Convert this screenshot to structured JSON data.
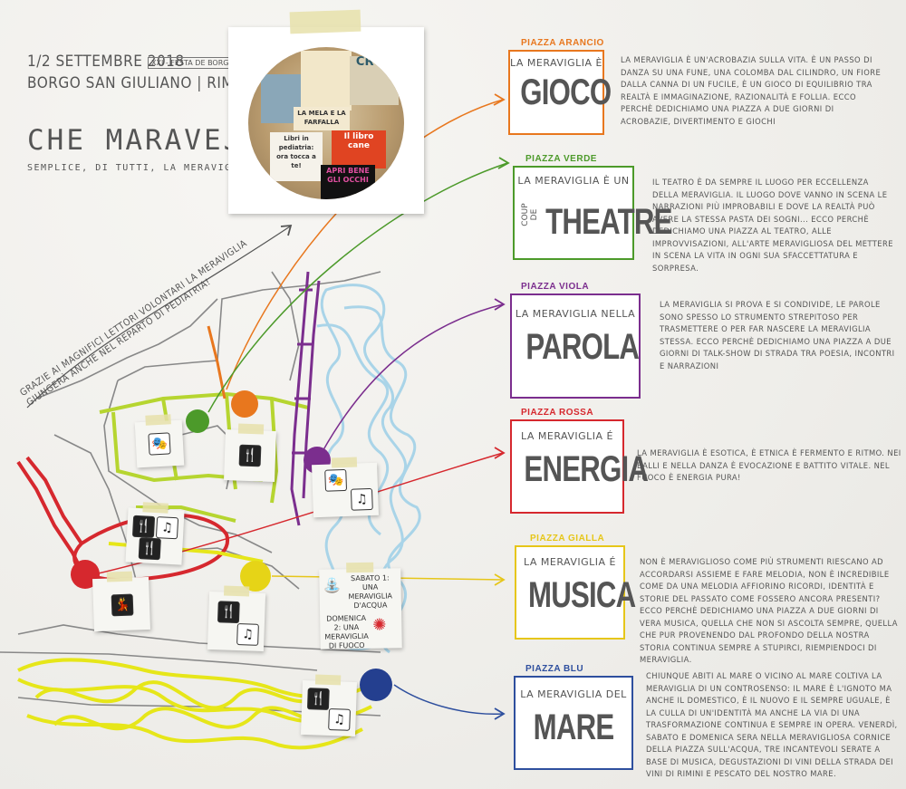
{
  "header": {
    "date": "1/2 SETTEMBRE 2018",
    "edition": "XXI - FESTA DE BORG",
    "location": "BORGO SAN GIULIANO | RIMINI",
    "title": "CHE MARAVEJA!",
    "subtitle": "SEMPLICE, DI TUTTI, LA MERAVIGLIA",
    "thanks_line1": "GRAZIE AI MAGNIFICI LETTORI VOLONTARI LA MERAVIGLIA",
    "thanks_line2": "GIUNGERÀ ANCHE NEL REPARTO DI PEDIATRIA!"
  },
  "photo": {
    "book1": "Il libro cane",
    "book2": "APRI BENE GLI OCCHI",
    "book3": "LA MELA E LA FARFALLA",
    "book4": "Libri in pediatria: ora tocca a te!",
    "book5": "CROC"
  },
  "piazze": [
    {
      "label": "PIAZZA ARANCIO",
      "small": "LA MERAVIGLIA È",
      "big": "GIOCO",
      "color": "#e8771e",
      "desc": "LA MERAVIGLIA È UN'ACROBAZIA SULLA VITA. È UN PASSO DI DANZA SU UNA FUNE, UNA COLOMBA DAL CILINDRO, UN FIORE DALLA CANNA DI UN FUCILE, È UN GIOCO DI EQUILIBRIO TRA REALTÀ E IMMAGINAZIONE, RAZIONALITÀ E FOLLIA. ECCO PERCHÈ DEDICHIAMO UNA PIAZZA A DUE GIORNI DI ACROBAZIE, DIVERTIMENTO E GIOCHI"
    },
    {
      "label": "PIAZZA VERDE",
      "small": "LA MERAVIGLIA È UN",
      "small2": "COUP DE",
      "big": "THEATRE",
      "color": "#4c9a2a",
      "desc": "IL TEATRO È DA SEMPRE IL LUOGO PER ECCELLENZA DELLA MERAVIGLIA. IL LUOGO DOVE VANNO IN SCENA LE NARRAZIONI PIÙ IMPROBABILI E DOVE LA REALTÀ PUÒ AVERE LA STESSA PASTA DEI SOGNI... ECCO PERCHÈ DEDICHIAMO UNA PIAZZA AL TEATRO, ALLE IMPROVVISAZIONI, ALL'ARTE MERAVIGLIOSA DEL METTERE IN SCENA LA VITA IN OGNI SUA SFACCETTATURA E SORPRESA."
    },
    {
      "label": "PIAZZA VIOLA",
      "small": "LA MERAVIGLIA NELLA",
      "big": "PAROLA",
      "color": "#7b2e8e",
      "desc": "LA MERAVIGLIA SI PROVA E SI CONDIVIDE, LE PAROLE SONO SPESSO LO STRUMENTO STREPITOSO PER TRASMETTERE O PER FAR NASCERE LA MERAVIGLIA STESSA. ECCO PERCHÈ DEDICHIAMO UNA PIAZZA A DUE GIORNI DI TALK-SHOW DI STRADA TRA POESIA, INCONTRI E NARRAZIONI"
    },
    {
      "label": "PIAZZA ROSSA",
      "small": "LA MERAVIGLIA É",
      "big": "ENERGIA",
      "color": "#d6282e",
      "desc": "LA MERAVIGLIA È ESOTICA, È ETNICA È FERMENTO E RITMO. NEI BALLI E NELLA DANZA È EVOCAZIONE E BATTITO VITALE. NEL FUOCO È ENERGIA PURA!"
    },
    {
      "label": "PIAZZA GIALLA",
      "small": "LA MERAVIGLIA É",
      "big": "MUSICA",
      "color": "#e6c619",
      "desc": "NON È MERAVIGLIOSO COME PIÙ STRUMENTI RIESCANO AD ACCORDARSI ASSIEME E FARE MELODIA, NON È INCREDIBILE COME DA UNA MELODIA AFFIORINO RICORDI, IDENTITÀ E STORIE DEL PASSATO COME FOSSERO ANCORA PRESENTI? ECCO PERCHÈ DEDICHIAMO UNA PIAZZA A DUE GIORNI DI VERA MUSICA, QUELLA CHE NON SI ASCOLTA SEMPRE, QUELLA CHE PUR PROVENENDO DAL PROFONDO DELLA NOSTRA STORIA CONTINUA SEMPRE A STUPIRCI, RIEMPIENDOCI DI MERAVIGLIA."
    },
    {
      "label": "PIAZZA BLU",
      "small": "LA MERAVIGLIA DEL",
      "big": "MARE",
      "color": "#2e4f9e",
      "desc": "CHIUNQUE ABITI AL MARE O VICINO AL MARE COLTIVA LA MERAVIGLIA DI UN CONTROSENSO: IL MARE È L'IGNOTO MA ANCHE IL DOMESTICO, È IL NUOVO E IL SEMPRE UGUALE, È LA CULLA DI UN'IDENTITÀ MA ANCHE LA VIA DI UNA TRASFORMAZIONE CONTINUA E SEMPRE IN OPERA. VENERDÌ, SABATO E DOMENICA SERA NELLA MERAVIGLIOSA CORNICE DELLA PIAZZA SULL'ACQUA, TRE INCANTEVOLI SERATE A BASE DI MUSICA, DEGUSTAZIONI DI VINI DELLA STRADA DEI VINI DI RIMINI E PESCATO DEL NOSTRO MARE."
    }
  ],
  "events": {
    "saturday": "SABATO 1: UNA MERAVIGLIA D'ACQUA",
    "sunday": "DOMENICA 2: UNA MERAVIGLIA DI FUOCO"
  },
  "icons": {
    "theatre": "🎭",
    "food": "🍴",
    "music": "♫",
    "dance": "💃"
  },
  "colors": {
    "orange": "#e8771e",
    "green": "#4c9a2a",
    "violet": "#7b2e8e",
    "red": "#d6282e",
    "yellow": "#e6c619",
    "blue": "#2e4f9e",
    "lightblue": "#a9d4e8",
    "lime": "#c7dd2a"
  }
}
